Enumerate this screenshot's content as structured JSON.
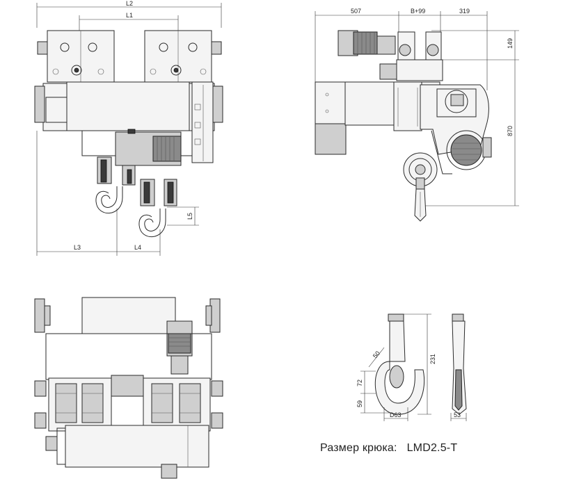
{
  "views": {
    "front": {
      "dims": {
        "L2": "L2",
        "L1": "L1",
        "L3": "L3",
        "L4": "L4",
        "L5": "L5"
      }
    },
    "side": {
      "dims": {
        "d507": "507",
        "dB99": "B+99",
        "d319": "319",
        "d149": "149",
        "d870": "870"
      }
    },
    "hook": {
      "dims": {
        "d50": "50",
        "d231": "231",
        "d72": "72",
        "d59": "59",
        "dD63": "D63",
        "d53": "53"
      }
    }
  },
  "caption": {
    "label": "Размер крюка:",
    "model": "LMD2.5-T"
  }
}
